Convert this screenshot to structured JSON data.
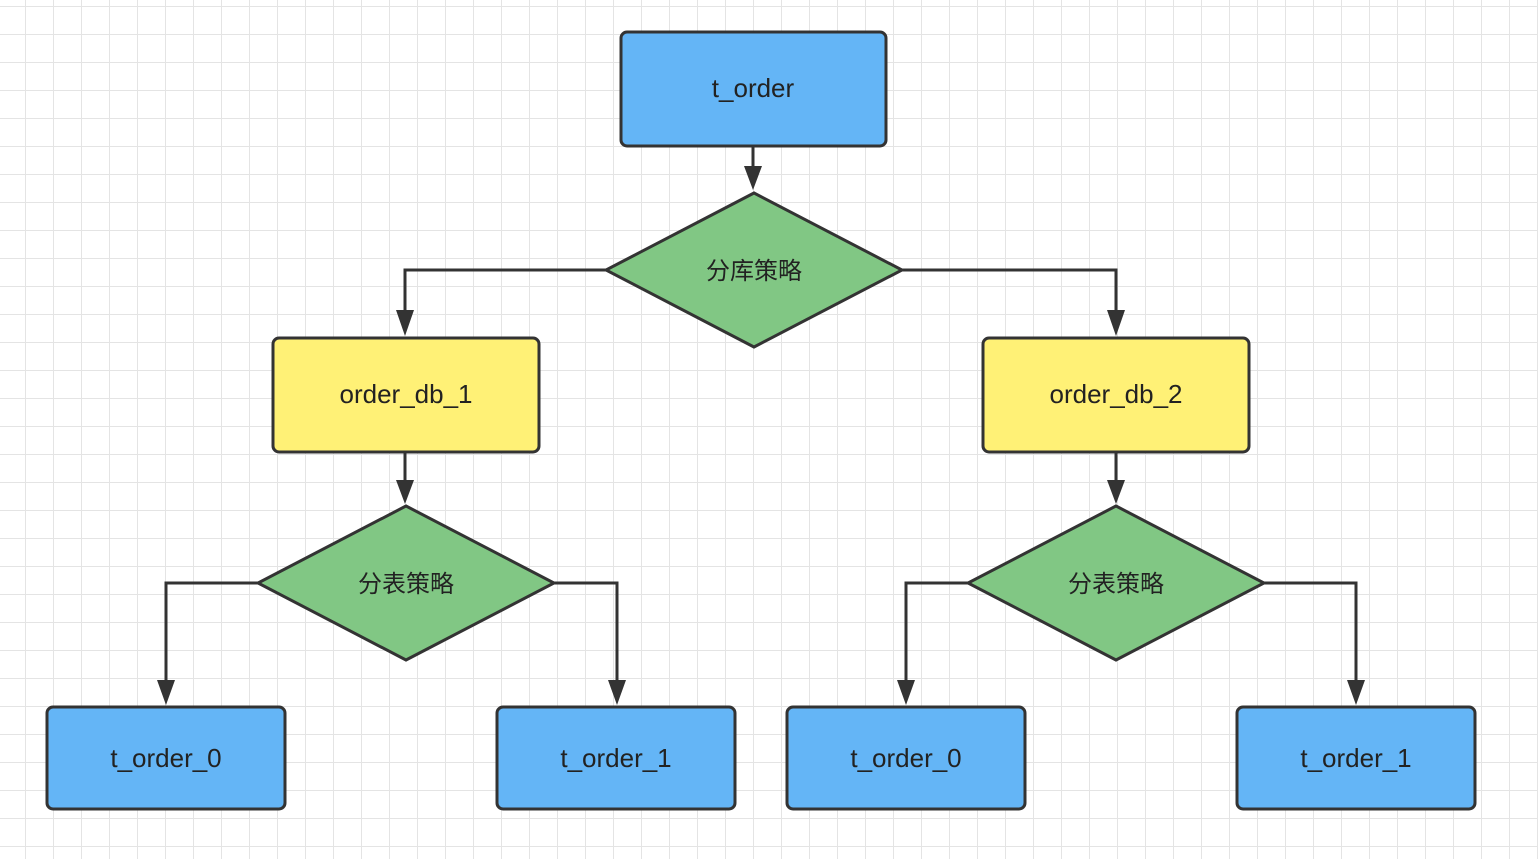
{
  "colors": {
    "table_fill": "#64b5f6",
    "db_fill": "#fff176",
    "decision_fill": "#81c784",
    "stroke": "#333333"
  },
  "nodes": {
    "root": {
      "label": "t_order"
    },
    "db_strategy": {
      "label": "分库策略"
    },
    "db1": {
      "label": "order_db_1"
    },
    "db2": {
      "label": "order_db_2"
    },
    "table_strategy_1": {
      "label": "分表策略"
    },
    "table_strategy_2": {
      "label": "分表策略"
    },
    "db1_t0": {
      "label": "t_order_0"
    },
    "db1_t1": {
      "label": "t_order_1"
    },
    "db2_t0": {
      "label": "t_order_0"
    },
    "db2_t1": {
      "label": "t_order_1"
    }
  }
}
